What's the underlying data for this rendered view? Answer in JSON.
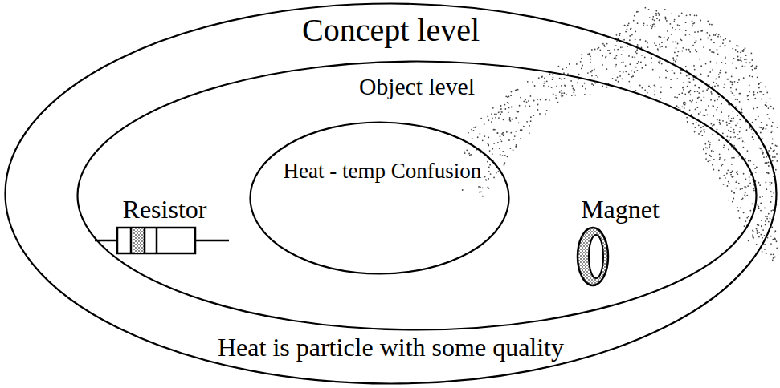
{
  "diagram": {
    "nodes": [
      {
        "text": [
          "Concept level",
          "Heat is particle with some quality"
        ]
      },
      {
        "text": [
          "Object level"
        ],
        "in": 0
      },
      {
        "text": [
          "Heat - temp Confusion"
        ],
        "in": 1
      }
    ],
    "labels": [
      "Resistor",
      "Magnet"
    ]
  }
}
